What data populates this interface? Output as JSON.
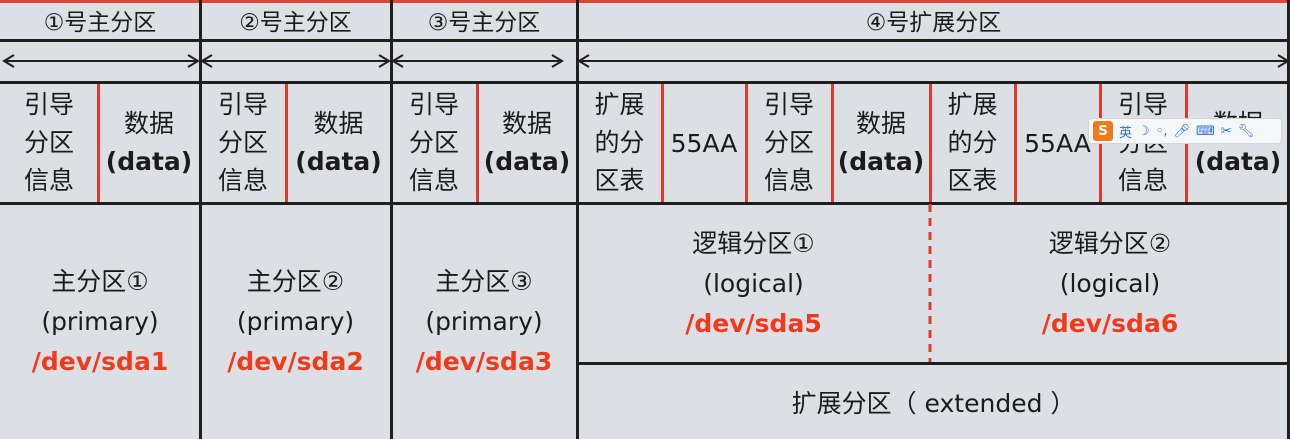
{
  "headers": [
    "①号主分区",
    "②号主分区",
    "③号主分区",
    "④号扩展分区"
  ],
  "row_parts": {
    "boot": [
      "引导",
      "分区",
      "信息"
    ],
    "data": [
      "数据",
      "(data)"
    ],
    "ext_table": [
      "扩展",
      "的分",
      "区表"
    ],
    "magic": "55AA"
  },
  "primary": [
    {
      "name": "主分区①",
      "type": "(primary)",
      "dev": "/dev/sda1"
    },
    {
      "name": "主分区②",
      "type": "(primary)",
      "dev": "/dev/sda2"
    },
    {
      "name": "主分区③",
      "type": "(primary)",
      "dev": "/dev/sda3"
    }
  ],
  "logical": [
    {
      "name": "逻辑分区①",
      "type": "(logical)",
      "dev": "/dev/sda5"
    },
    {
      "name": "逻辑分区②",
      "type": "(logical)",
      "dev": "/dev/sda6"
    }
  ],
  "extended_label": "扩展分区（ extended ）",
  "ime": {
    "logo": "S",
    "mode": "英"
  },
  "colors": {
    "accent_red": "#ef3b1c",
    "line": "#1f1f1f",
    "background": "#dcdfe4"
  }
}
